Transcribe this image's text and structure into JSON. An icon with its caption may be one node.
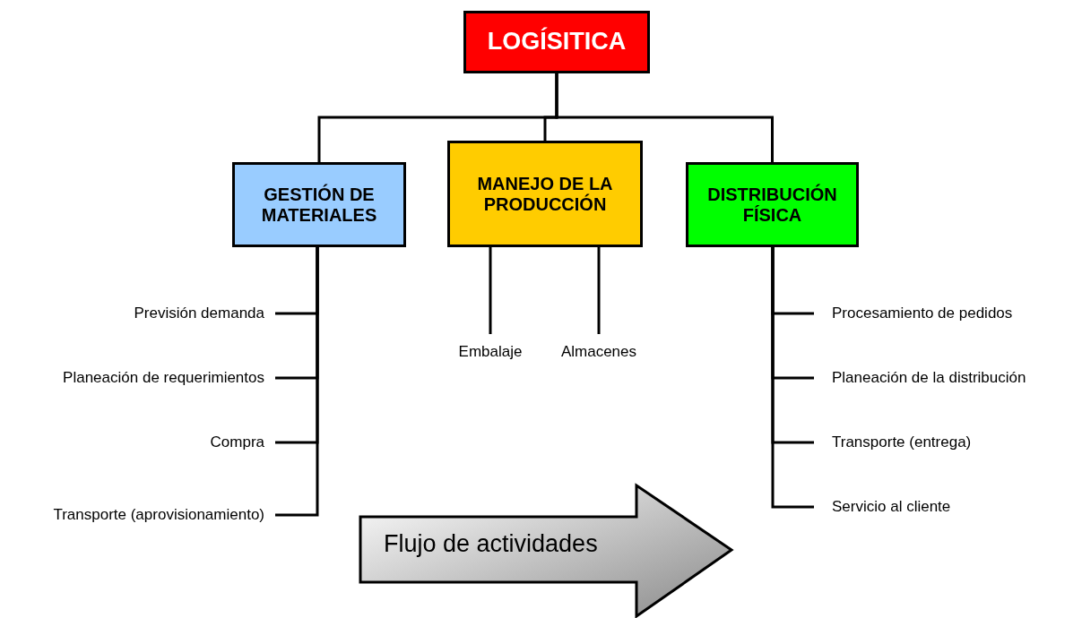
{
  "diagram": {
    "nodes": [
      {
        "text": [
          "LOGÍSITICA"
        ]
      },
      {
        "text": [
          "GESTIÓN DE MATERIALES"
        ]
      },
      {
        "text": [
          "MANEJO DE LA PRODUCCIÓN"
        ]
      },
      {
        "text": [
          "DISTRIBUCIÓN FÍSICA"
        ]
      },
      {
        "text": [
          "Previsión demanda"
        ]
      },
      {
        "text": [
          "Planeación de requerimientos"
        ]
      },
      {
        "text": [
          "Compra"
        ]
      },
      {
        "text": [
          "Transporte (aprovisionamiento)"
        ]
      },
      {
        "text": [
          "Embalaje"
        ]
      },
      {
        "text": [
          "Almacenes"
        ]
      },
      {
        "text": [
          "Procesamiento de pedidos"
        ]
      },
      {
        "text": [
          "Planeación de la distribución"
        ]
      },
      {
        "text": [
          "Transporte (entrega)"
        ]
      },
      {
        "text": [
          "Servicio al cliente"
        ]
      },
      {
        "text": [
          "Flujo de actividades"
        ]
      }
    ],
    "edges": [
      {
        "from": 0,
        "to": 1,
        "arrow": "none"
      },
      {
        "from": 0,
        "to": 2,
        "arrow": "none"
      },
      {
        "from": 0,
        "to": 3,
        "arrow": "none"
      },
      {
        "from": 1,
        "to": 4,
        "arrow": "none"
      },
      {
        "from": 1,
        "to": 5,
        "arrow": "none"
      },
      {
        "from": 1,
        "to": 6,
        "arrow": "none"
      },
      {
        "from": 1,
        "to": 7,
        "arrow": "none"
      },
      {
        "from": 2,
        "to": 8,
        "arrow": "none"
      },
      {
        "from": 2,
        "to": 9,
        "arrow": "none"
      },
      {
        "from": 3,
        "to": 10,
        "arrow": "none"
      },
      {
        "from": 3,
        "to": 11,
        "arrow": "none"
      },
      {
        "from": 3,
        "to": 12,
        "arrow": "none"
      },
      {
        "from": 3,
        "to": 13,
        "arrow": "none"
      }
    ]
  }
}
